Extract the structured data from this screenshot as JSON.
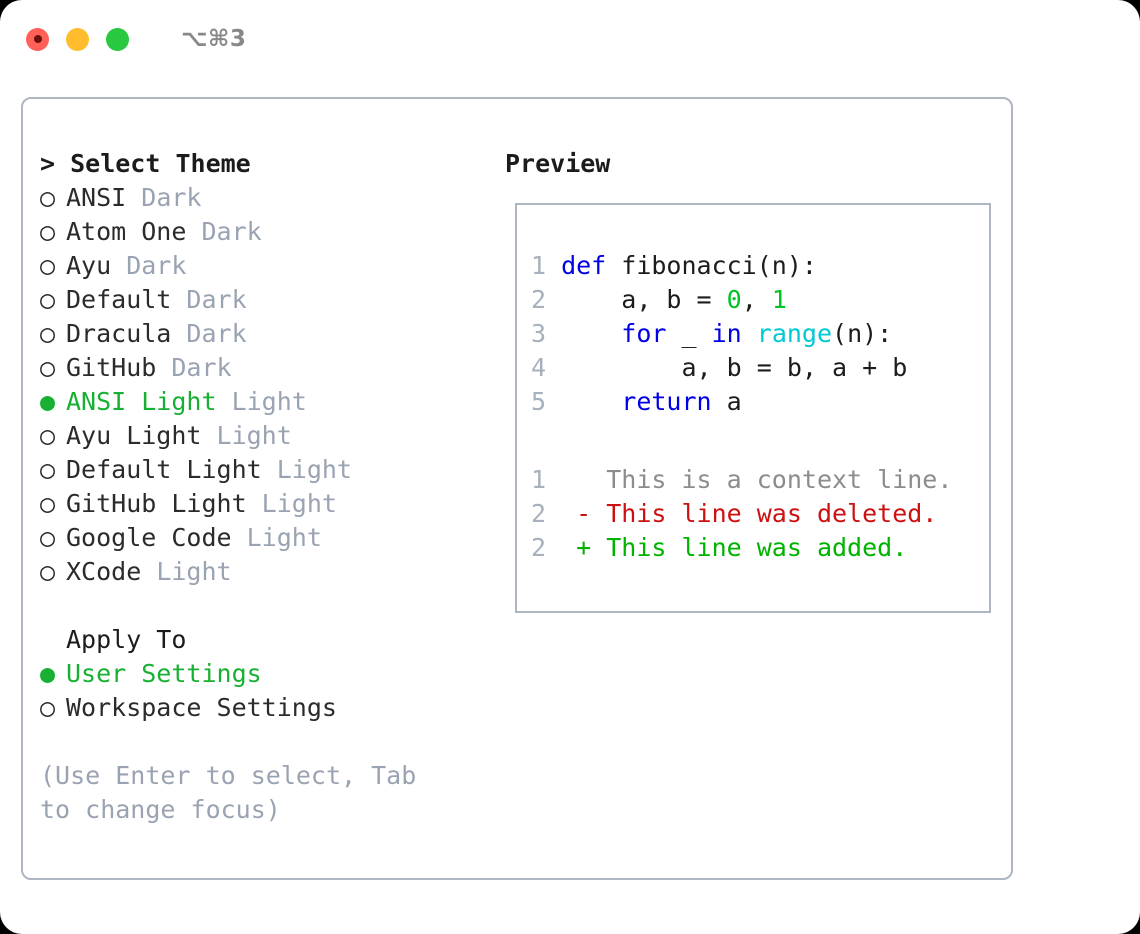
{
  "window": {
    "shortcut_label": "⌥⌘3",
    "traffic_lights": [
      {
        "name": "close",
        "color": "#ff6058"
      },
      {
        "name": "minimize",
        "color": "#ffbd2e"
      },
      {
        "name": "maximize",
        "color": "#28c840"
      }
    ]
  },
  "theme_picker": {
    "heading": "> Select Theme",
    "bullet_selected": "●",
    "bullet_unselected": "○",
    "items": [
      {
        "bullet": "○",
        "name": "ANSI",
        "kind": " Dark",
        "selected": false
      },
      {
        "bullet": "○",
        "name": "Atom One",
        "kind": " Dark",
        "selected": false
      },
      {
        "bullet": "○",
        "name": "Ayu",
        "kind": " Dark",
        "selected": false
      },
      {
        "bullet": "○",
        "name": "Default",
        "kind": " Dark",
        "selected": false
      },
      {
        "bullet": "○",
        "name": "Dracula",
        "kind": " Dark",
        "selected": false
      },
      {
        "bullet": "○",
        "name": "GitHub",
        "kind": " Dark",
        "selected": false
      },
      {
        "bullet": "●",
        "name": "ANSI Light",
        "kind": " Light",
        "selected": true
      },
      {
        "bullet": "○",
        "name": "Ayu Light",
        "kind": " Light",
        "selected": false
      },
      {
        "bullet": "○",
        "name": "Default Light",
        "kind": " Light",
        "selected": false
      },
      {
        "bullet": "○",
        "name": "GitHub Light",
        "kind": " Light",
        "selected": false
      },
      {
        "bullet": "○",
        "name": "Google Code",
        "kind": " Light",
        "selected": false
      },
      {
        "bullet": "○",
        "name": "XCode",
        "kind": " Light",
        "selected": false
      }
    ]
  },
  "apply_to": {
    "heading": "Apply To",
    "items": [
      {
        "bullet": "●",
        "name": "User Settings",
        "selected": true
      },
      {
        "bullet": "○",
        "name": "Workspace Settings",
        "selected": false
      }
    ]
  },
  "hint": {
    "text": "(Use Enter to select, Tab to change focus)"
  },
  "preview": {
    "heading": "Preview",
    "code_lines": [
      {
        "lno": "1",
        "tokens": [
          {
            "t": "def",
            "c": "kw"
          },
          {
            "t": " fibonacci(n):",
            "c": "plain"
          }
        ]
      },
      {
        "lno": "2",
        "tokens": [
          {
            "t": "    a, b = ",
            "c": "plain"
          },
          {
            "t": "0",
            "c": "num"
          },
          {
            "t": ", ",
            "c": "plain"
          },
          {
            "t": "1",
            "c": "num"
          }
        ]
      },
      {
        "lno": "3",
        "tokens": [
          {
            "t": "    ",
            "c": "plain"
          },
          {
            "t": "for",
            "c": "kw"
          },
          {
            "t": " _ ",
            "c": "plain"
          },
          {
            "t": "in",
            "c": "kw"
          },
          {
            "t": " ",
            "c": "plain"
          },
          {
            "t": "range",
            "c": "fn"
          },
          {
            "t": "(n):",
            "c": "plain"
          }
        ]
      },
      {
        "lno": "4",
        "tokens": [
          {
            "t": "        a, b = b, a + b",
            "c": "plain"
          }
        ]
      },
      {
        "lno": "5",
        "tokens": [
          {
            "t": "    ",
            "c": "plain"
          },
          {
            "t": "return",
            "c": "kw"
          },
          {
            "t": " a",
            "c": "plain"
          }
        ]
      }
    ],
    "diff_lines": [
      {
        "lno": "1",
        "marker": " ",
        "text": " This is a context line.",
        "kind": "ctx"
      },
      {
        "lno": "2",
        "marker": "-",
        "text": " This line was deleted.",
        "kind": "del"
      },
      {
        "lno": "2",
        "marker": "+",
        "text": " This line was added.",
        "kind": "add"
      }
    ]
  },
  "colors": {
    "accent_green": "#18b033",
    "muted": "#9aa3b2",
    "border": "#aeb6c2",
    "keyword": "#0000e6",
    "function": "#00c9d4",
    "number": "#00c426",
    "diff_add": "#00b300",
    "diff_del": "#cc1111",
    "diff_ctx": "#8c8c8c"
  }
}
